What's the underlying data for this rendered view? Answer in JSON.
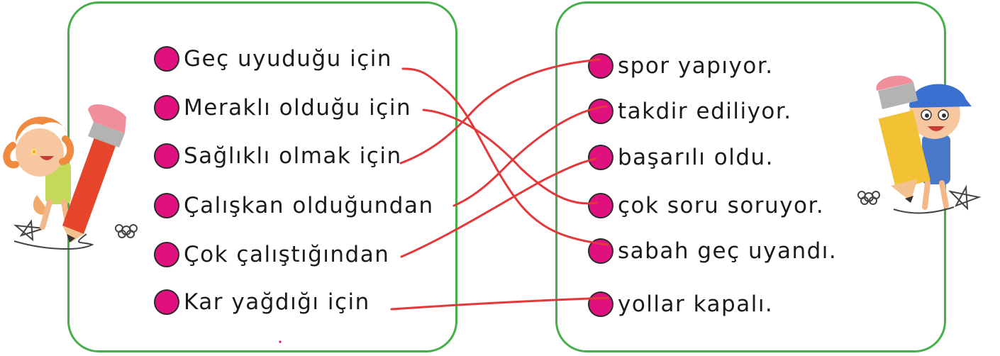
{
  "left_items": [
    "Geç uyuduğu için",
    "Meraklı olduğu için",
    "Sağlıklı olmak için",
    "Çalışkan olduğundan",
    "Çok çalıştığından",
    "Kar yağdığı için"
  ],
  "right_items": [
    "spor yapıyor.",
    "takdir ediliyor.",
    "başarılı oldu.",
    "çok soru soruyor.",
    "sabah geç uyandı.",
    "yollar kapalı."
  ],
  "colors": {
    "border": "#45b04a",
    "dot": "#e0117f",
    "line": "#e4393a"
  }
}
